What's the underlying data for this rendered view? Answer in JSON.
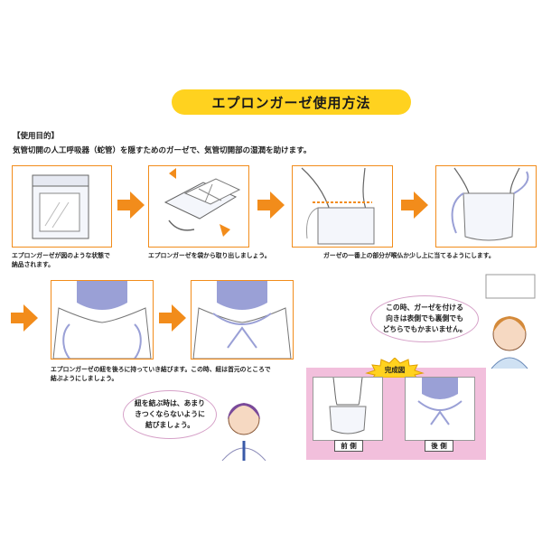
{
  "title": "エプロンガーゼ使用方法",
  "purpose": {
    "heading": "【使用目的】",
    "text": "気管切開の人工呼吸器（蛇管）を隠すためのガーゼで、気管切開部の湿潤を助けます。"
  },
  "steps": [
    {
      "text_lines": [
        "エプロンガーゼが図のような状態で",
        "納品されます。"
      ]
    },
    {
      "text_lines": [
        "エプロンガーゼを袋から取り出しましょう。"
      ]
    },
    {
      "text_lines": [
        "ガーゼの一番上の部分が喉仏か少し上に当てるようにします。"
      ]
    },
    {
      "text_lines": [
        "エプロンガーゼの紐を後ろに持っていき結びます。この時、紐は首元のところで",
        "結ぶようにしましょう。"
      ]
    }
  ],
  "bubble_right": {
    "lines": [
      "この時、ガーゼを付ける",
      "向きは表側でも裏側でも",
      "どちらでもかまいません。"
    ]
  },
  "bubble_left": {
    "lines": [
      "紐を結ぶ時は、あまり",
      "きつくならないように",
      "結びましょう。"
    ]
  },
  "completed": {
    "badge": "完成図",
    "front_label": "前 側",
    "back_label": "後 側"
  },
  "colors": {
    "accent": "#f28c1b",
    "title_bg": "#ffd21f",
    "pink": "#f2bfdc",
    "neck": "#9aa0d6"
  }
}
